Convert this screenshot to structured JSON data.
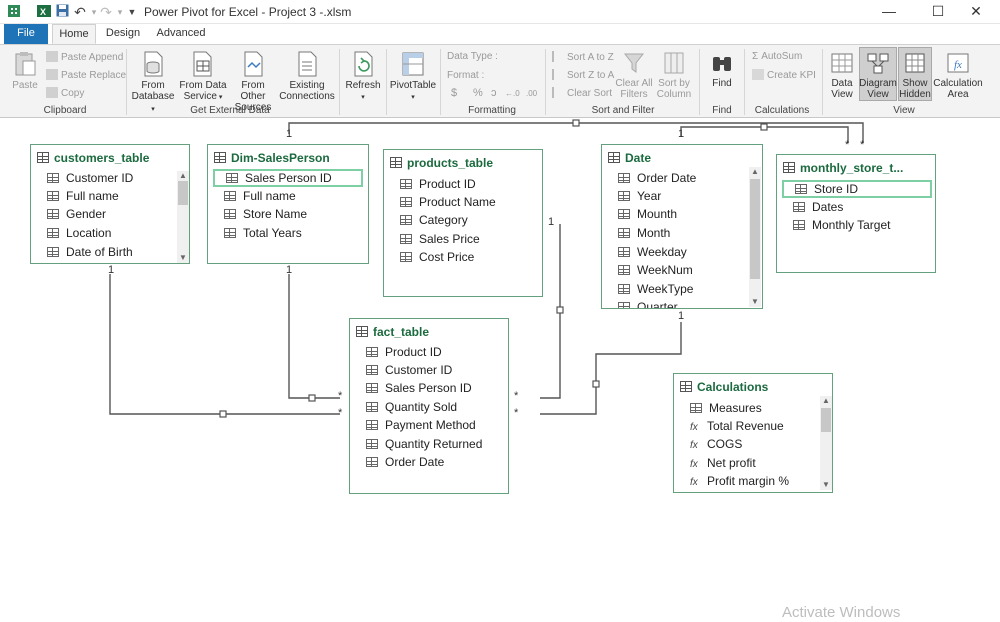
{
  "title_bar": {
    "title": "Power Pivot for Excel - Project 3 -.xlsm",
    "minimize": "—",
    "maximize": "☐",
    "close": "✕"
  },
  "tabs": [
    {
      "label": "File"
    },
    {
      "label": "Home"
    },
    {
      "label": "Design"
    },
    {
      "label": "Advanced"
    }
  ],
  "ribbon": {
    "clipboard": {
      "paste": "Paste",
      "paste_append": "Paste Append",
      "paste_replace": "Paste Replace",
      "copy": "Copy",
      "group_label": "Clipboard"
    },
    "external_data": {
      "from_database_1": "From",
      "from_database_2": "Database",
      "from_data_service_1": "From Data",
      "from_data_service_2": "Service",
      "from_other_sources_1": "From Other",
      "from_other_sources_2": "Sources",
      "existing_connections_1": "Existing",
      "existing_connections_2": "Connections",
      "group_label": "Get External Data"
    },
    "refresh": "Refresh",
    "pivottable": "PivotTable",
    "formatting": {
      "data_type": "Data Type :",
      "format": "Format :",
      "currency": "$",
      "percent": "%",
      "comma": "ɔ",
      "inc_decimal": "←.0",
      "dec_decimal": ".00",
      "group_label": "Formatting"
    },
    "sort_filter": {
      "sort_a_z": "Sort A to Z",
      "sort_z_a": "Sort Z to A",
      "clear_sort": "Clear Sort",
      "clear_all_filters_1": "Clear All",
      "clear_all_filters_2": "Filters",
      "sort_by_column_1": "Sort by",
      "sort_by_column_2": "Column",
      "group_label": "Sort and Filter"
    },
    "find": {
      "label": "Find",
      "group_label": "Find"
    },
    "calculations": {
      "autosum": "AutoSum",
      "create_kpi": "Create KPI",
      "group_label": "Calculations"
    },
    "view": {
      "data_view_1": "Data",
      "data_view_2": "View",
      "diagram_view_1": "Diagram",
      "diagram_view_2": "View",
      "show_hidden_1": "Show",
      "show_hidden_2": "Hidden",
      "calculation_area_1": "Calculation",
      "calculation_area_2": "Area",
      "group_label": "View"
    }
  },
  "tables": {
    "customers": {
      "name": "customers_table",
      "fields": [
        "Customer ID",
        "Full name",
        "Gender",
        "Location",
        "Date of Birth"
      ]
    },
    "salesperson": {
      "name": "Dim-SalesPerson",
      "fields": [
        "Sales Person ID",
        "Full name",
        "Store Name",
        "Total Years"
      ]
    },
    "products": {
      "name": "products_table",
      "fields": [
        "Product ID",
        "Product Name",
        "Category",
        "Sales Price",
        "Cost Price"
      ]
    },
    "date": {
      "name": "Date",
      "fields": [
        "Order Date",
        "Year",
        "Mounth",
        "Month",
        "Weekday",
        "WeekNum",
        "WeekType",
        "Quarter"
      ]
    },
    "monthly_store": {
      "name": "monthly_store_t...",
      "fields": [
        "Store ID",
        "Dates",
        "Monthly Target"
      ]
    },
    "fact": {
      "name": "fact_table",
      "fields": [
        "Product ID",
        "Customer ID",
        "Sales Person ID",
        "Quantity Sold",
        "Payment Method",
        "Quantity Returned",
        "Order Date"
      ]
    },
    "calculations": {
      "name": "Calculations",
      "fields": [
        "Measures",
        "Total Revenue",
        "COGS",
        "Net profit",
        "Profit margin %"
      ]
    }
  },
  "relationship_labels": {
    "one": "1",
    "many": "*"
  },
  "watermark": "Activate Windows",
  "colors": {
    "accent": "#1f73b7",
    "table_border": "#62a07e",
    "table_title": "#1c6a3f",
    "relationship_line": "#555555",
    "selection": "#7ecfa3"
  }
}
